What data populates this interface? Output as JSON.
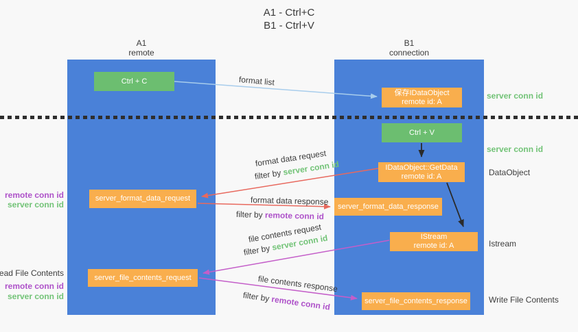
{
  "title": {
    "line1": "A1 - Ctrl+C",
    "line2": "B1 - Ctrl+V"
  },
  "lifelines": {
    "left": {
      "name": "A1",
      "role": "remote"
    },
    "right": {
      "name": "B1",
      "role": "connection"
    }
  },
  "boxes": {
    "ctrl_c": "Ctrl + C",
    "ctrl_v": "Ctrl + V",
    "save_idataobject_line1": "保存IDataObject",
    "save_idataobject_line2": "remote id: A",
    "getdata_line1": "IDataObject::GetData",
    "getdata_line2": "remote id: A",
    "istream_line1": "IStream",
    "istream_line2": "remote id: A",
    "format_request": "server_format_data_request",
    "format_response": "server_format_data_response",
    "file_request": "server_file_contents_request",
    "file_response": "server_file_contents_response"
  },
  "flow_labels": {
    "format_list": "format list",
    "format_data_request": "format data request",
    "format_data_request_filter_prefix": "filter by ",
    "format_data_request_filter_key": "server conn id",
    "format_data_response": "format data response",
    "format_data_response_filter_prefix": "filter by ",
    "format_data_response_filter_key": "remote conn id",
    "file_contents_request": "file contents request",
    "file_contents_request_filter_prefix": "filter by ",
    "file_contents_request_filter_key": "server conn id",
    "file_contents_response": "file contents response",
    "file_contents_response_filter_prefix": "filter by ",
    "file_contents_response_filter_key": "remote conn id"
  },
  "side_labels": {
    "server_conn_id_top": "server conn id",
    "server_conn_id_mid": "server conn id",
    "dataobject": "DataObject",
    "istream": "Istream",
    "write_file_contents": "Write File Contents",
    "read_file_contents": "Read File Contents",
    "left_remote_conn_id_1": "remote conn id",
    "left_server_conn_id_1": "server conn id",
    "left_remote_conn_id_2": "remote conn id",
    "left_server_conn_id_2": "server conn id"
  },
  "colors": {
    "lifeline_blue": "#4a81d8",
    "box_green": "#6cbe70",
    "box_orange": "#f9ae4d",
    "arrow_lightblue": "#a8cdec",
    "arrow_red": "#e8695e",
    "arrow_magenta": "#c45ec9",
    "arrow_black": "#2b2b2b",
    "text_green": "#72c377",
    "text_purple": "#ae52c9",
    "text_dark": "#3d3d3d"
  }
}
